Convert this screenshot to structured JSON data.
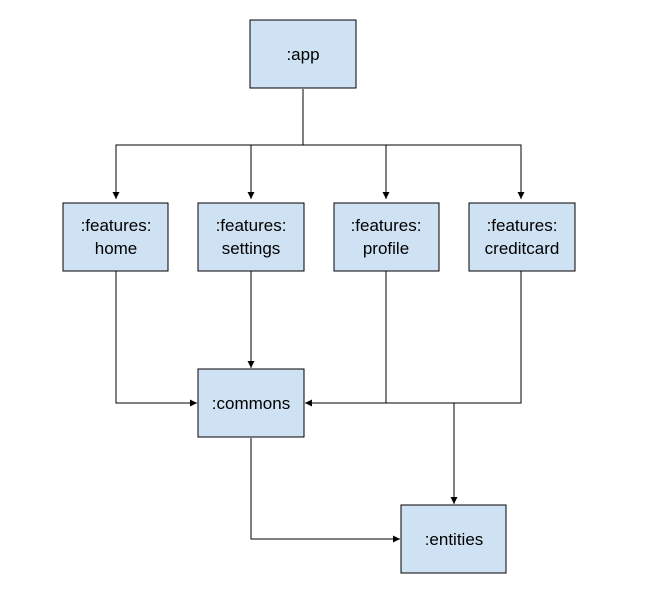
{
  "diagram": {
    "nodes": {
      "app": {
        "lines": [
          ":app"
        ]
      },
      "home": {
        "lines": [
          ":features:",
          "home"
        ]
      },
      "settings": {
        "lines": [
          ":features:",
          "settings"
        ]
      },
      "profile": {
        "lines": [
          ":features:",
          "profile"
        ]
      },
      "creditcard": {
        "lines": [
          ":features:",
          "creditcard"
        ]
      },
      "commons": {
        "lines": [
          ":commons"
        ]
      },
      "entities": {
        "lines": [
          ":entities"
        ]
      }
    },
    "edges": [
      {
        "from": "app",
        "to": "home"
      },
      {
        "from": "app",
        "to": "settings"
      },
      {
        "from": "app",
        "to": "profile"
      },
      {
        "from": "app",
        "to": "creditcard"
      },
      {
        "from": "home",
        "to": "commons"
      },
      {
        "from": "settings",
        "to": "commons"
      },
      {
        "from": "profile",
        "to": "commons"
      },
      {
        "from": "creditcard",
        "to": "commons"
      },
      {
        "from": "profile",
        "to": "entities"
      },
      {
        "from": "creditcard",
        "to": "entities"
      },
      {
        "from": "commons",
        "to": "entities"
      }
    ],
    "colors": {
      "node_fill": "#cfe2f3",
      "stroke": "#000000"
    }
  }
}
